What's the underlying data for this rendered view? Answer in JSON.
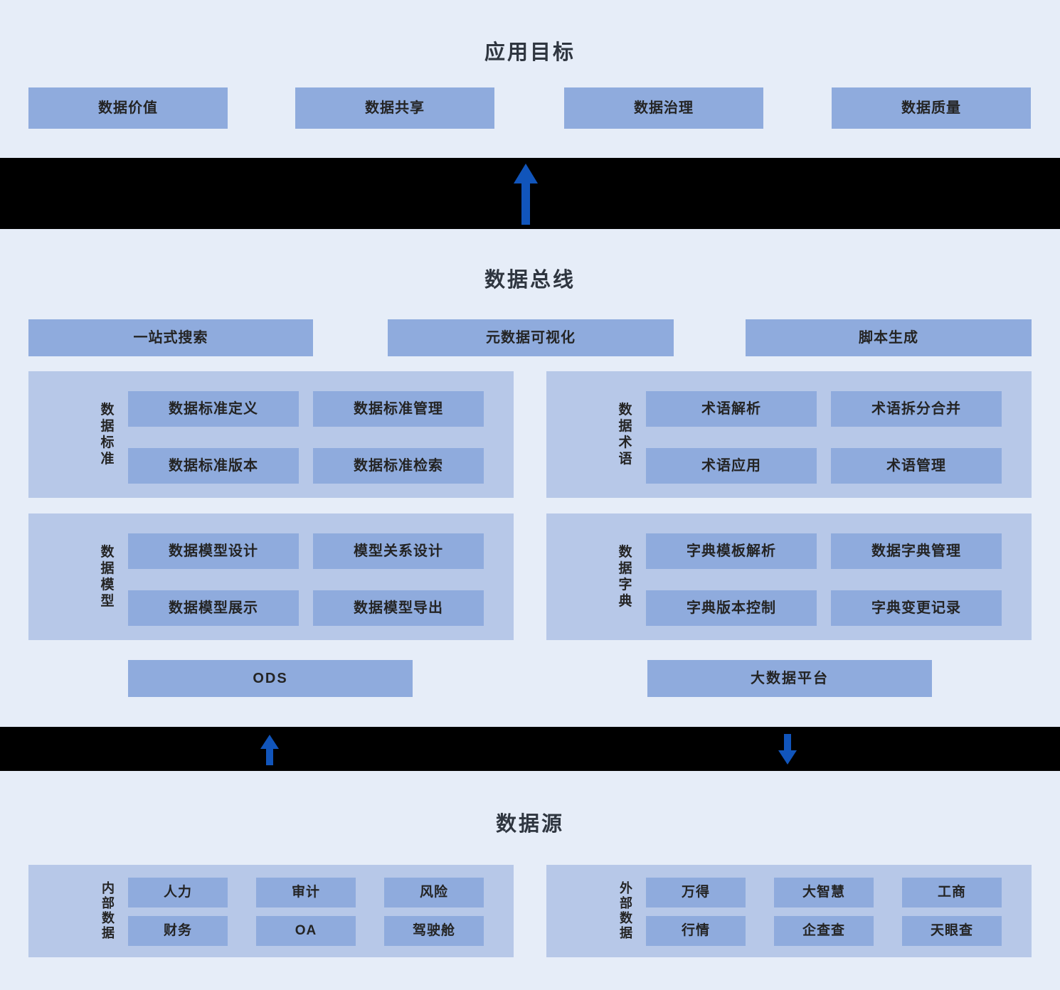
{
  "diagram": {
    "layers": [
      {
        "id": "application-goals",
        "title": "应用目标",
        "boxes": [
          "数据价值",
          "数据共享",
          "数据治理",
          "数据质量"
        ]
      },
      {
        "id": "data-bus",
        "title": "数据总线",
        "services": [
          "一站式搜索",
          "元数据可视化",
          "脚本生成"
        ],
        "groups": [
          {
            "label": "数据标准",
            "chars": [
              "数",
              "据",
              "标",
              "准"
            ],
            "items": [
              "数据标准定义",
              "数据标准管理",
              "数据标准版本",
              "数据标准检索"
            ]
          },
          {
            "label": "数据术语",
            "chars": [
              "数",
              "据",
              "术",
              "语"
            ],
            "items": [
              "术语解析",
              "术语拆分合并",
              "术语应用",
              "术语管理"
            ]
          },
          {
            "label": "数据模型",
            "chars": [
              "数",
              "据",
              "模",
              "型"
            ],
            "items": [
              "数据模型设计",
              "模型关系设计",
              "数据模型展示",
              "数据模型导出"
            ]
          },
          {
            "label": "数据字典",
            "chars": [
              "数",
              "据",
              "字",
              "典"
            ],
            "items": [
              "字典模板解析",
              "数据字典管理",
              "字典版本控制",
              "字典变更记录"
            ]
          }
        ],
        "platforms": [
          "ODS",
          "大数据平台"
        ]
      },
      {
        "id": "data-source",
        "title": "数据源",
        "groups": [
          {
            "label": "内部数据",
            "chars": [
              "内",
              "部",
              "数",
              "据"
            ],
            "items": [
              "人力",
              "审计",
              "风险",
              "财务",
              "OA",
              "驾驶舱"
            ]
          },
          {
            "label": "外部数据",
            "chars": [
              "外",
              "部",
              "数",
              "据"
            ],
            "items": [
              "万得",
              "大智慧",
              "工商",
              "行情",
              "企查查",
              "天眼查"
            ]
          }
        ]
      }
    ],
    "connectors": [
      {
        "name": "up-arrow-to-goals",
        "direction": "up",
        "icon": "arrow-up-icon"
      },
      {
        "name": "up-arrow-from-source",
        "direction": "up",
        "icon": "arrow-up-icon"
      },
      {
        "name": "down-arrow-to-source",
        "direction": "down",
        "icon": "arrow-down-icon"
      }
    ],
    "colors": {
      "background": "#e6edf8",
      "node": "#8fabdd",
      "group": "#b7c8e8",
      "band": "#000000",
      "arrow": "#1155bb",
      "title": "#2f3640"
    }
  }
}
